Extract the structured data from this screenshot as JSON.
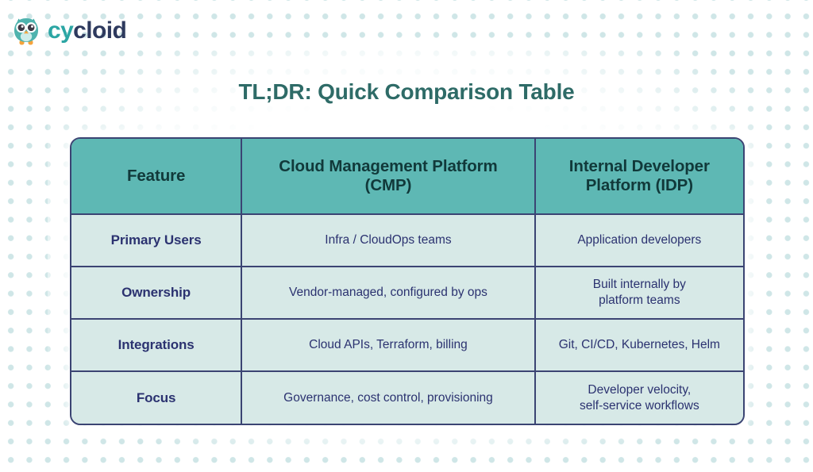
{
  "brand": {
    "logo_icon": "owl-icon",
    "wordmark_part1": "cy",
    "wordmark_part2": "cloid",
    "teal": "#2CA6A4",
    "navy": "#2E3A5E"
  },
  "page": {
    "title": "TL;DR: Quick Comparison Table",
    "title_color": "#2E6B67",
    "background": "#FFFFFF",
    "dot_color": "#CFE6E7"
  },
  "table": {
    "header_bg": "#5EB8B4",
    "header_text_color": "#11393A",
    "cell_bg": "#D7E9E7",
    "cell_text_color": "#2B3270",
    "border_color": "#3B4473",
    "columns": [
      {
        "label": "Feature"
      },
      {
        "label": "Cloud Management Platform (CMP)",
        "line1": "Cloud Management Platform",
        "line2": "(CMP)"
      },
      {
        "label": "Internal Developer Platform (IDP)",
        "line1": "Internal Developer",
        "line2": "Platform (IDP)"
      }
    ],
    "rows": [
      {
        "feature": "Primary Users",
        "cmp": "Infra / CloudOps teams",
        "idp": "Application developers",
        "idp_line1": "Application developers",
        "idp_line2": ""
      },
      {
        "feature": "Ownership",
        "cmp": "Vendor-managed, configured by ops",
        "idp": "Built internally by platform teams",
        "idp_line1": "Built internally by",
        "idp_line2": "platform teams"
      },
      {
        "feature": "Integrations",
        "cmp": "Cloud APIs, Terraform, billing",
        "idp": "Git, CI/CD, Kubernetes, Helm",
        "idp_line1": "Git, CI/CD, Kubernetes, Helm",
        "idp_line2": ""
      },
      {
        "feature": "Focus",
        "cmp": "Governance, cost control, provisioning",
        "idp": "Developer velocity, self-service workflows",
        "idp_line1": "Developer velocity,",
        "idp_line2": "self-service workflows"
      }
    ]
  }
}
